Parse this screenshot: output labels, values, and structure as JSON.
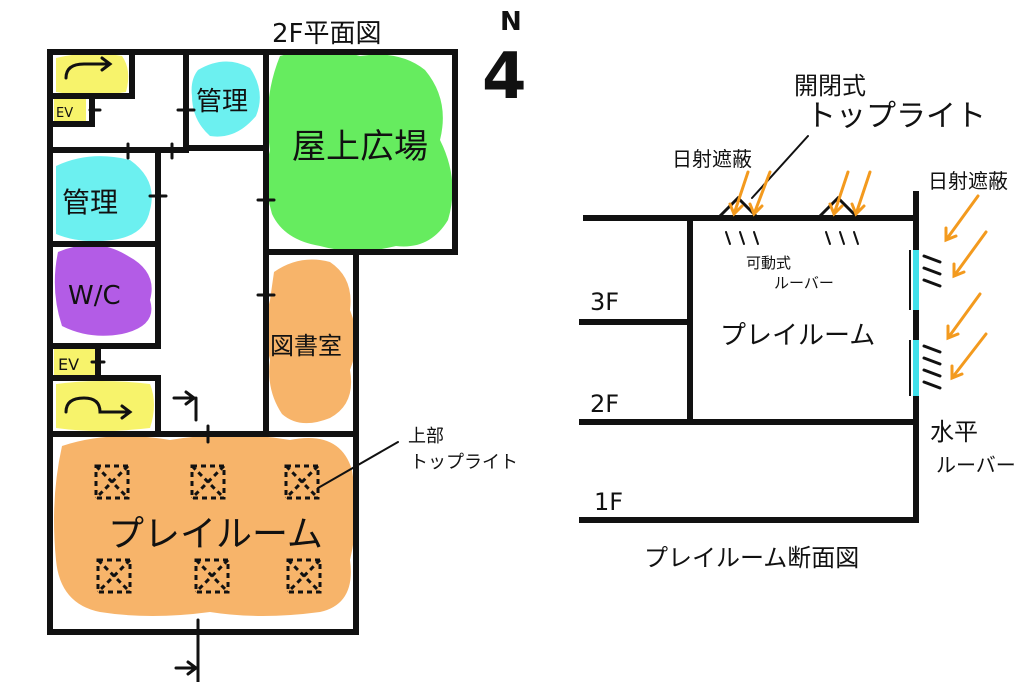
{
  "plan": {
    "title": "2F平面図",
    "north_letter": "N",
    "north_symbol": "4",
    "rooms": {
      "admin_top": "管理",
      "rooftop_plaza": "屋上広場",
      "admin_left": "管理",
      "wc": "W/C",
      "library": "図書室",
      "playroom": "プレイルーム",
      "ev_top": "EV",
      "ev_bottom": "EV"
    },
    "toplight_note_line1": "上部",
    "toplight_note_line2": "トップライト",
    "colors": {
      "stairs": "#f7f36b",
      "admin": "#6cf0f0",
      "rooftop": "#66ec5f",
      "wc": "#b35ce6",
      "library_playroom": "#f7b46a"
    }
  },
  "section": {
    "title": "プレイルーム断面図",
    "openable_line1": "開閉式",
    "openable_line2": "トップライト",
    "sunshade_left": "日射遮蔽",
    "sunshade_right": "日射遮蔽",
    "movable_line1": "可動式",
    "movable_line2": "ルーバー",
    "room_label": "プレイルーム",
    "horizontal_line1": "水平",
    "horizontal_line2": "ルーバー",
    "floors": [
      "3F",
      "2F",
      "1F"
    ],
    "colors": {
      "arrows": "#f39a1e",
      "glass": "#3fe0ea"
    }
  }
}
